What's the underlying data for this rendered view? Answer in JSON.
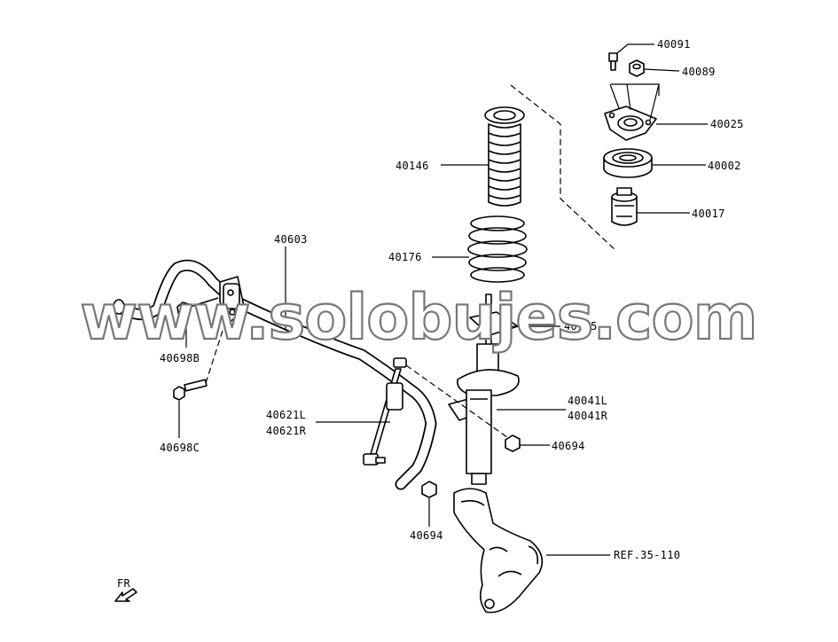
{
  "watermark": "www.solobujes.com",
  "labels": {
    "p40091": "40091",
    "p40089": "40089",
    "p40025": "40025",
    "p40002": "40002",
    "p40017": "40017",
    "p40146": "40146",
    "p40176": "40176",
    "p40603": "40603",
    "p40145": "40145",
    "p40698b": "40698B",
    "p40698c": "40698C",
    "p40041l": "40041L",
    "p40041r": "40041R",
    "p40621l": "40621L",
    "p40621r": "40621R",
    "p40694a": "40694",
    "p40694b": "40694",
    "ref": "REF.35-110",
    "fr": "FR"
  }
}
